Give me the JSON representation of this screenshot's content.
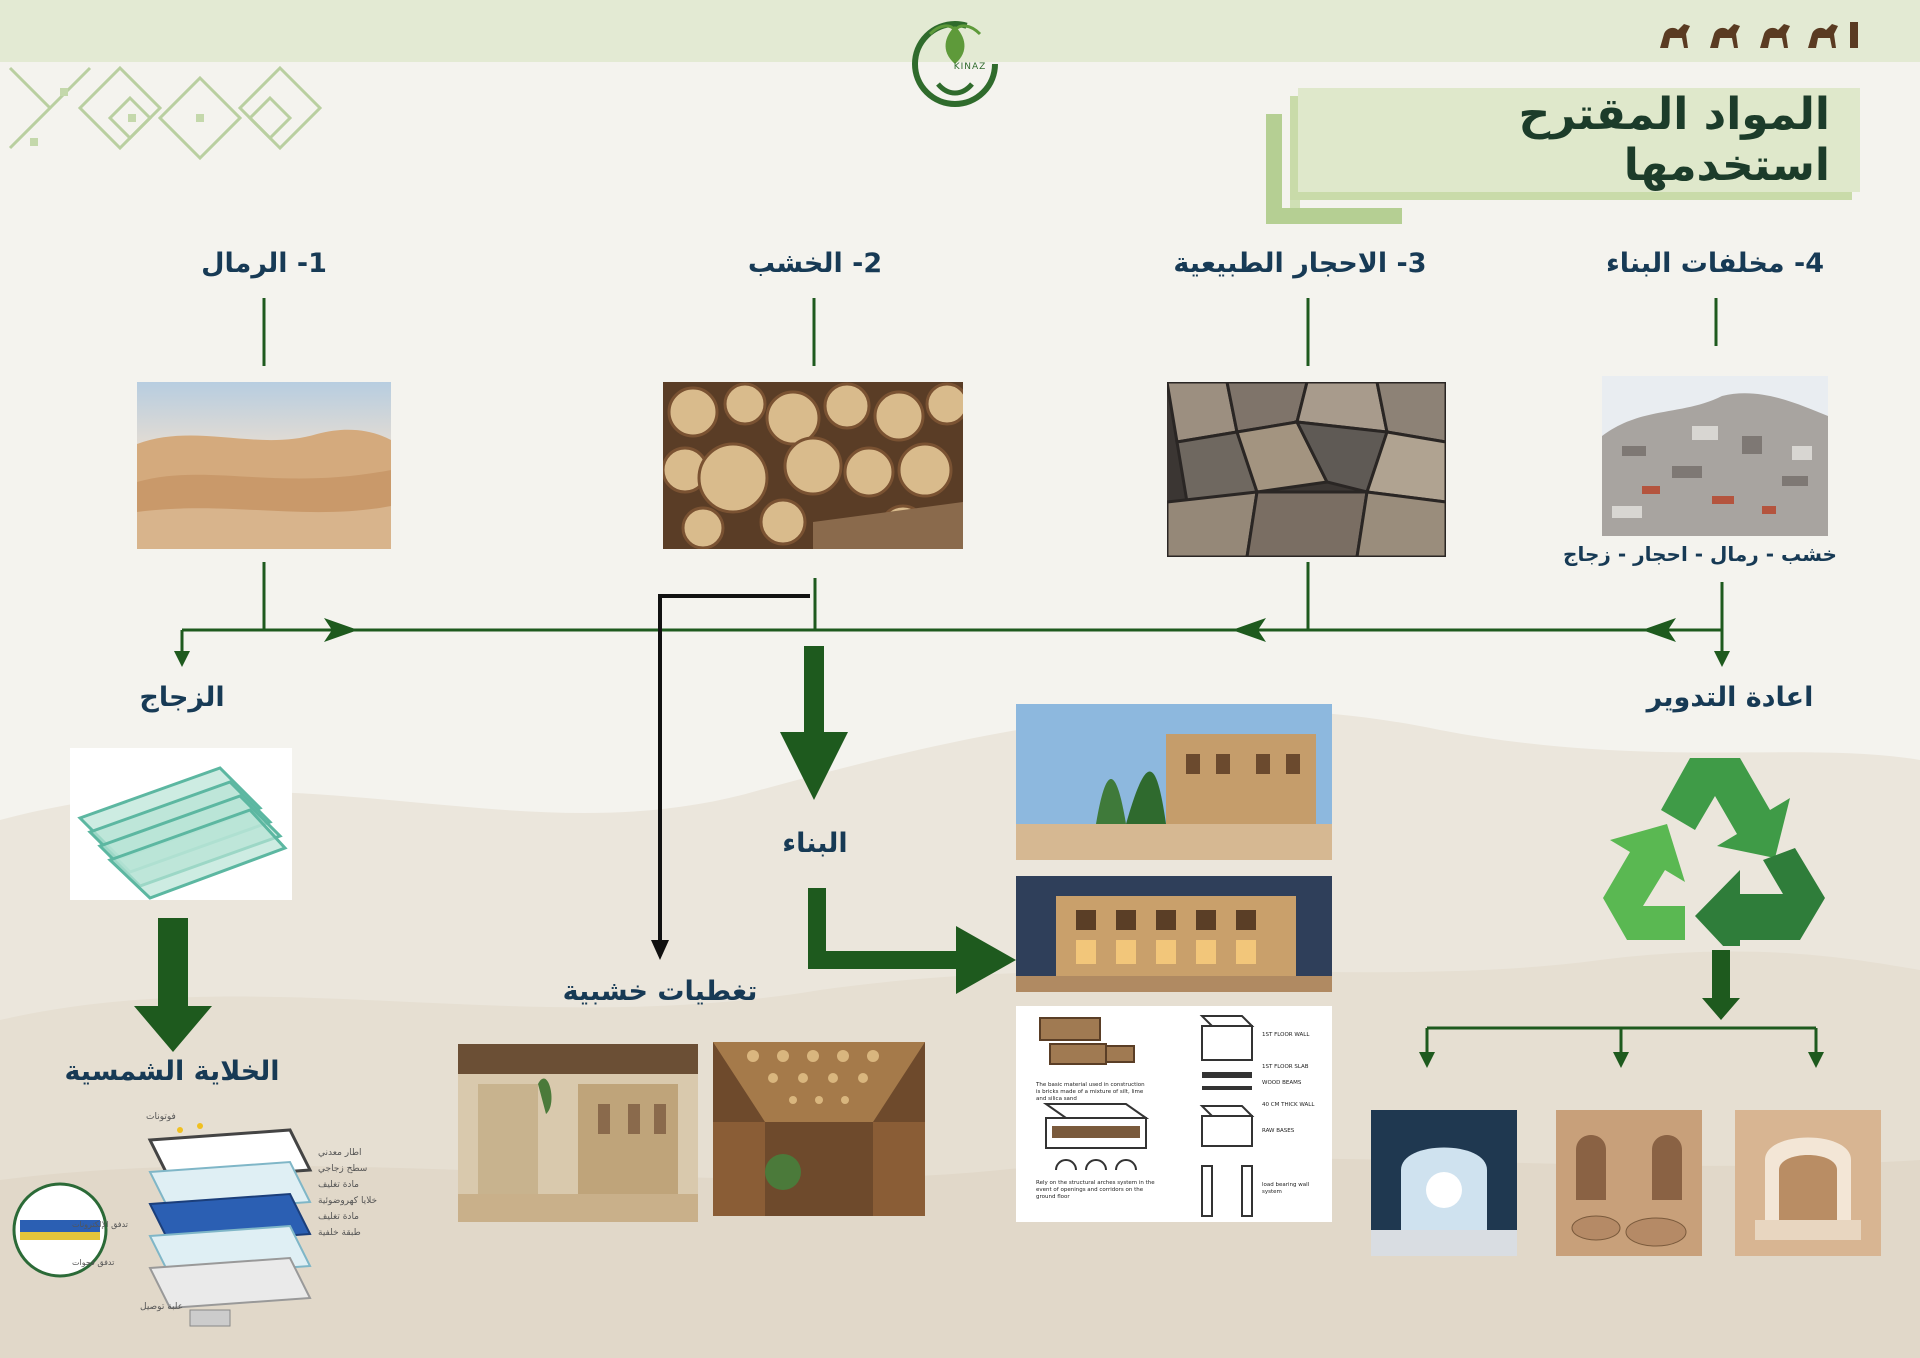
{
  "logo": {
    "text": "KINAZ"
  },
  "title": "المواد المقترح استخدمها",
  "materials": [
    {
      "label": "1- الرمال"
    },
    {
      "label": "2- الخشب"
    },
    {
      "label": "3- الاحجار الطبيعية"
    },
    {
      "label": "4- مخلفات البناء"
    }
  ],
  "waste_contents": "خشب - رمال - احجار - زجاج",
  "nodes": {
    "glass": "الزجاج",
    "recycling": "اعادة التدوير",
    "building": "البناء",
    "wood_covers": "تغطيات خشبية",
    "solar_cell": "الخلاية الشمسية"
  },
  "construction_diagram_text": [
    "The basic material used in construction is bricks made of a mixture of silt, lime and silica sand",
    "Rely on the structural arches system in the event of openings and corridors on the ground floor",
    "1ST FLOOR WALL",
    "1ST FLOOR SLAB",
    "WOOD BEAMS",
    "40 CM THICK WALL",
    "RAW BASES",
    "load bearing wall system"
  ],
  "solar_diagram_labels": [
    "فوتونات",
    "اطار معدني",
    "سطح زجاجي",
    "مادة تغليف",
    "خلايا كهروضوئية",
    "مادة تغليف",
    "طبقة خلفية",
    "علبة توصيل",
    "تدفق الإلكترونات",
    "تدفق فجوات"
  ],
  "colors": {
    "accent_green": "#1e5a1e",
    "label_navy": "#173a55",
    "title_bg": "#dfe8cb",
    "recycle_green": "#3f9b47"
  }
}
